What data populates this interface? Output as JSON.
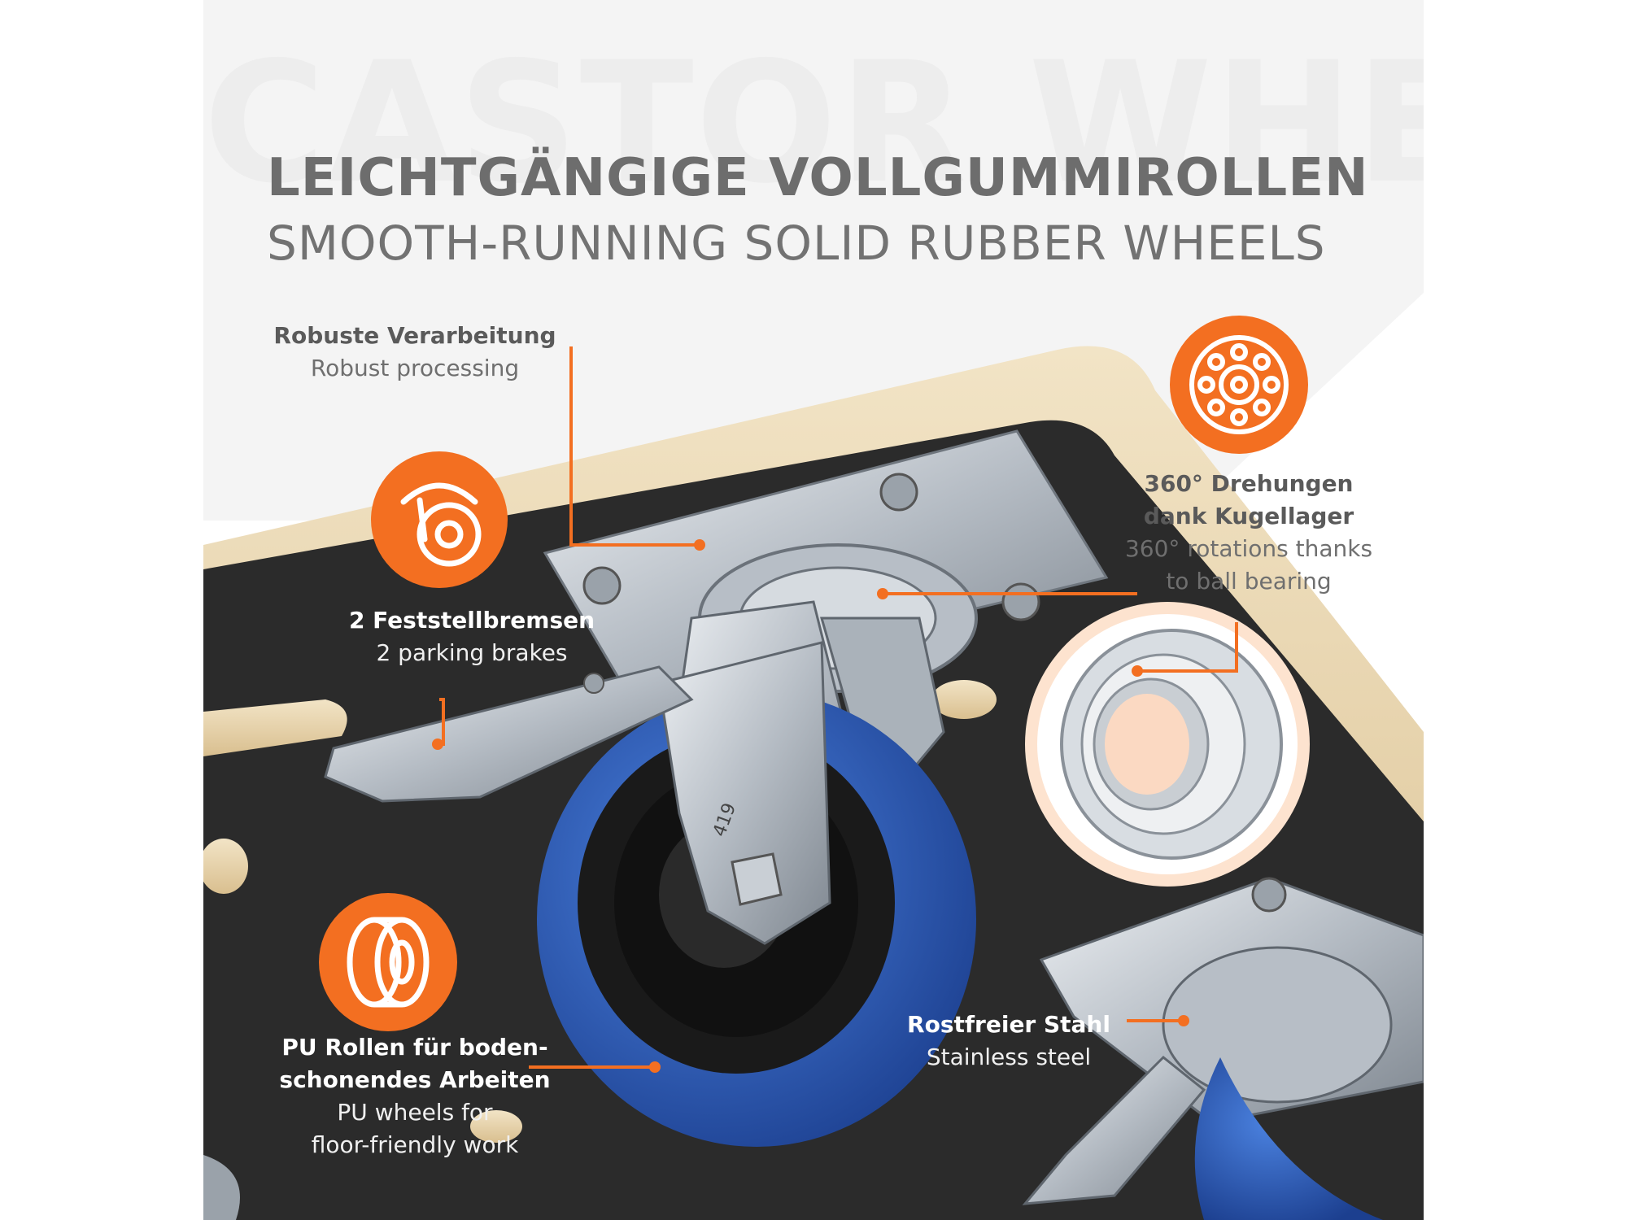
{
  "watermark": "CASTOR WHEEL",
  "headline": {
    "de": "LEICHTGÄNGIGE VOLLGUMMIROLLEN",
    "en": "SMOOTH-RUNNING SOLID RUBBER WHEELS"
  },
  "callouts": {
    "processing": {
      "de": "Robuste Verarbeitung",
      "en": "Robust processing"
    },
    "brakes": {
      "de": "2 Feststellbremsen",
      "en": "2 parking brakes"
    },
    "bearing": {
      "de1": "360° Drehungen",
      "de2": "dank Kugellager",
      "en1": "360° rotations thanks",
      "en2": "to ball bearing"
    },
    "wheels": {
      "de1": "PU Rollen für boden-",
      "de2": "schonendes Arbeiten",
      "en1": "PU wheels for",
      "en2": "floor-friendly work"
    },
    "steel": {
      "de": "Rostfreier Stahl",
      "en": "Stainless steel"
    }
  },
  "wheel_marking": "419",
  "icons": [
    "castor-wheel-icon",
    "ball-bearing-icon",
    "tire-icon"
  ],
  "colors": {
    "accent": "#f36f21",
    "wheel_blue": "#2c5fbf",
    "board_dark": "#2b2b2b",
    "plywood": "#ead7b4",
    "steel": "#c8cdd3"
  }
}
